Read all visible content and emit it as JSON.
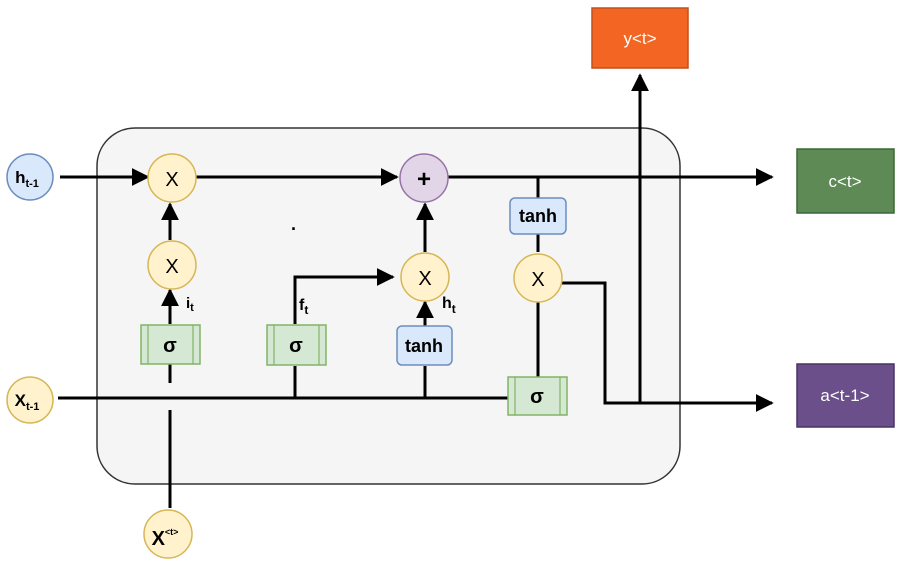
{
  "inputs": {
    "h_prev": {
      "base": "h",
      "sub": "t-1"
    },
    "x_prev": {
      "base": "X",
      "sub": "t-1"
    },
    "x_t": {
      "base": "X",
      "sup": "<t>"
    }
  },
  "outputs": {
    "y_t": {
      "label": "y<t>",
      "color": "#f26522"
    },
    "c_t": {
      "label": "c<t>",
      "color": "#5d8a55"
    },
    "a_t": {
      "label": "a<t-1>",
      "color": "#6b4f8a"
    }
  },
  "ops": {
    "mult": "X",
    "add": "+",
    "sigma": "σ",
    "tanh": "tanh"
  },
  "annotations": {
    "i_t": {
      "base": "i",
      "sub": "t"
    },
    "f_t": {
      "base": "f",
      "sub": "t"
    },
    "h_t": {
      "base": "h",
      "sub": "t"
    },
    "dot": "."
  },
  "colors": {
    "node_yellow": "#fff2cc",
    "node_yellow_stroke": "#d6b656",
    "node_purple": "#e1d5e7",
    "node_purple_stroke": "#9673a6",
    "node_blue": "#dae8fc",
    "node_blue_stroke": "#6c8ebf",
    "node_green": "#d5e8d4",
    "node_green_stroke": "#82b366",
    "cell_bg": "#f5f5f5",
    "wire": "#000000"
  }
}
